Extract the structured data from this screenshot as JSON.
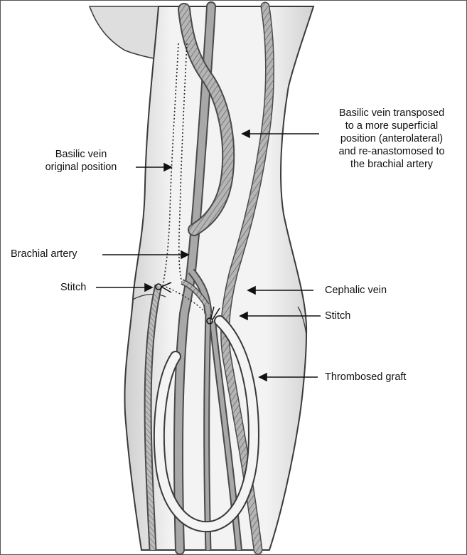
{
  "figure": {
    "labels": {
      "basilic_transposed": [
        "Basilic vein transposed",
        "to a more superficial",
        "position (anterolateral)",
        "and re-anastomosed to",
        "the brachial artery"
      ],
      "basilic_original": [
        "Basilic vein",
        "original position"
      ],
      "brachial_artery": "Brachial artery",
      "stitch_left": "Stitch",
      "cephalic_vein": "Cephalic vein",
      "stitch_right": "Stitch",
      "thrombosed_graft": "Thrombosed graft"
    },
    "colors": {
      "vessel_fill": "#a9a9a9",
      "vessel_edge": "#4a4a4a",
      "skin_edge": "#3a3a3a",
      "graft_fill": "#f4f4f4",
      "shadow": "#d8d8d8",
      "text": "#111111"
    }
  }
}
